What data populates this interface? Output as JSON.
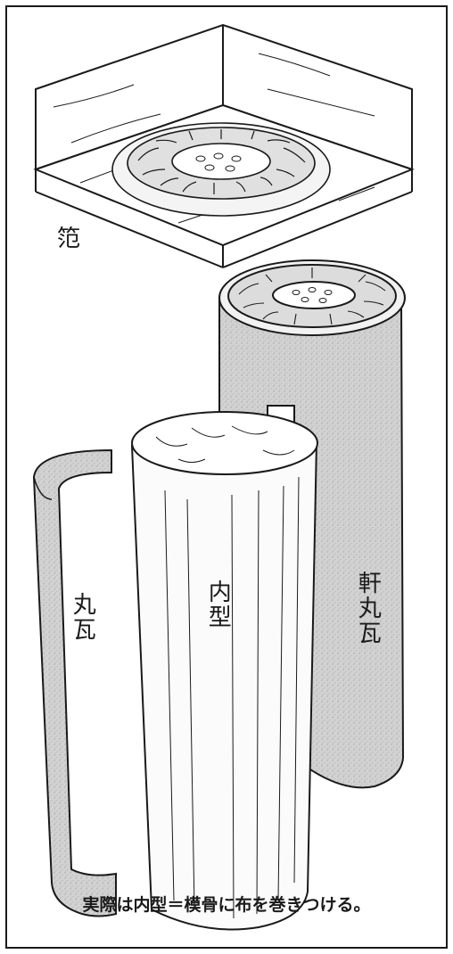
{
  "labels": {
    "mold": "笵",
    "marugawara": "丸瓦",
    "inner_mold": "内型",
    "noki_marugawara": "軒丸瓦"
  },
  "caption": "実際は内型＝模骨に布を巻きつける。",
  "colors": {
    "ink": "#1a1a1a",
    "clay": "#c9c9c9",
    "paper": "#ffffff"
  }
}
